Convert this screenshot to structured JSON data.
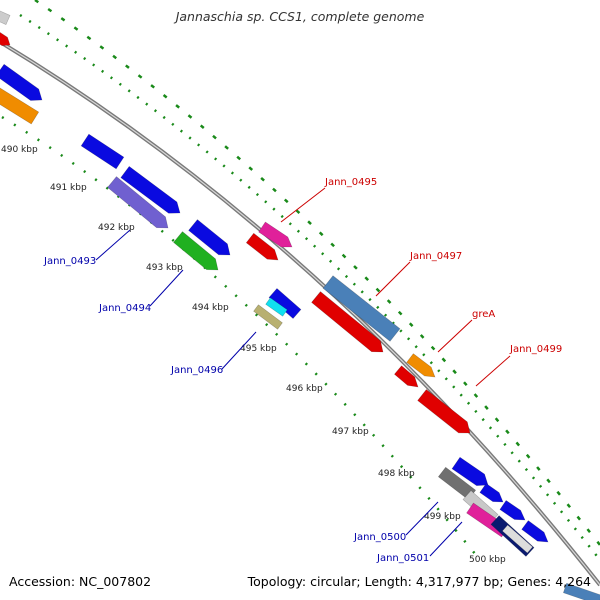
{
  "title": "Jannaschia sp. CCS1, complete genome",
  "footer": {
    "accession": "Accession: NC_007802",
    "summary": "Topology: circular; Length: 4,317,977 bp; Genes: 4,264"
  },
  "scale_labels": [
    "490 kbp",
    "491 kbp",
    "492 kbp",
    "493 kbp",
    "494 kbp",
    "495 kbp",
    "496 kbp",
    "497 kbp",
    "498 kbp",
    "499 kbp",
    "500 kbp"
  ],
  "gene_labels_outer": [
    "Jann_0495",
    "Jann_0497",
    "greA",
    "Jann_0499"
  ],
  "gene_labels_inner": [
    "Jann_0493",
    "Jann_0494",
    "Jann_0496",
    "Jann_0500",
    "Jann_0501"
  ],
  "colors": {
    "outer_label": "#cc0000",
    "inner_label": "#0000aa",
    "backbone": "#888888",
    "dotted_track": "#1a8a1a",
    "blue": "#0a0ae0",
    "red": "#e00000",
    "steelblue": "#4a80b8",
    "purple": "#7060d0",
    "green": "#20b020",
    "orange": "#f08c00",
    "pink": "#e0209a",
    "cyan": "#10e0f0",
    "khaki": "#b8b070",
    "gray": "#707070"
  }
}
